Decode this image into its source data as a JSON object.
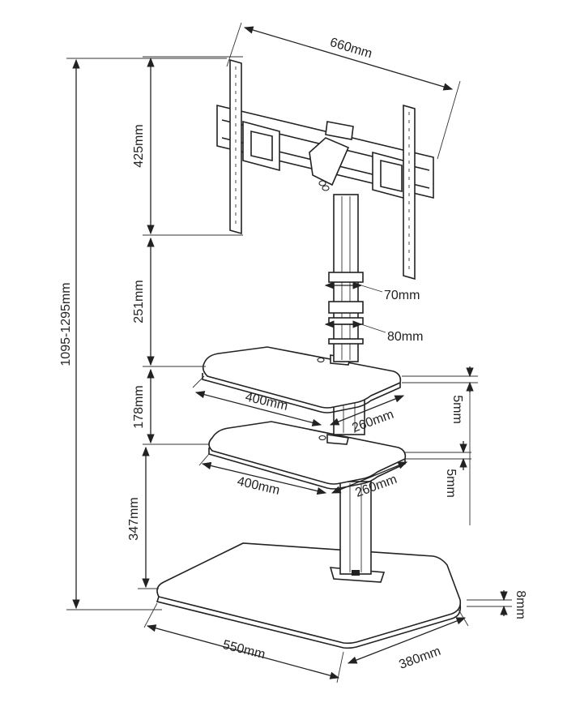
{
  "diagram": {
    "dimensions": {
      "mount_width": "660mm",
      "mount_height": "425mm",
      "upper_gap": "251mm",
      "total_height": "1095-1295mm",
      "pole_outer": "70mm",
      "pole_inner": "80mm",
      "shelf_gap": "178mm",
      "bottom_gap": "347mm",
      "shelf1_width": "400mm",
      "shelf1_depth": "260mm",
      "shelf1_thickness": "5mm",
      "shelf2_width": "400mm",
      "shelf2_depth": "260mm",
      "shelf2_thickness": "5mm",
      "base_width": "550mm",
      "base_depth": "380mm",
      "base_thickness": "8mm"
    }
  }
}
